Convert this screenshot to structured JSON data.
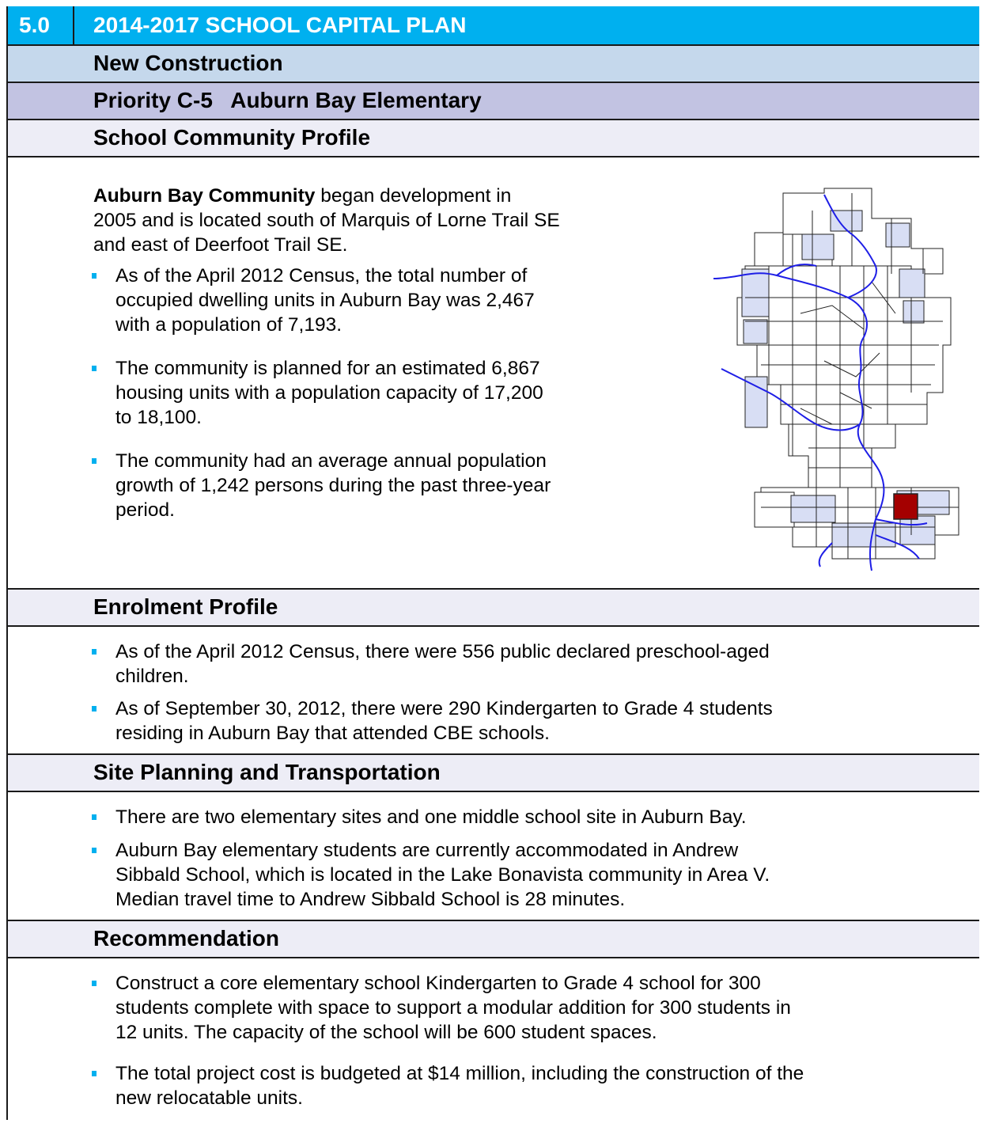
{
  "header": {
    "section_number": "5.0",
    "title": "2014-2017 SCHOOL CAPITAL PLAN"
  },
  "category": "New Construction",
  "priority": "Priority C-5   Auburn Bay Elementary",
  "community_profile": {
    "heading": "School Community Profile",
    "intro_bold": "Auburn Bay Community",
    "intro_line1_rest": " began development in",
    "intro_line2": "2005 and is located south of Marquis of Lorne Trail SE",
    "intro_line3": "and east of Deerfoot Trail SE.",
    "bullets": [
      [
        "As of the April 2012 Census, the total number of",
        "occupied dwelling units in Auburn Bay was 2,467",
        "with a population of 7,193."
      ],
      [
        "The community is planned for an estimated 6,867",
        "housing units with a population capacity of 17,200",
        "to 18,100."
      ],
      [
        "The community had an average annual population",
        "growth of 1,242 persons during the past three-year",
        "period."
      ]
    ]
  },
  "enrolment": {
    "heading": "Enrolment Profile",
    "bullets": [
      [
        "As of the April 2012 Census, there were 556 public declared preschool-aged",
        "children."
      ],
      [
        "As of September 30, 2012, there were 290 Kindergarten to Grade 4 students",
        "residing in Auburn Bay that attended CBE schools."
      ]
    ]
  },
  "site_planning": {
    "heading": "Site Planning and Transportation",
    "bullets": [
      [
        "There are two elementary sites and one middle school site in Auburn Bay."
      ],
      [
        "Auburn Bay elementary students are currently accommodated in Andrew",
        "Sibbald School, which is located in the Lake Bonavista community in Area V.",
        "Median travel time to Andrew Sibbald School is 28 minutes."
      ]
    ]
  },
  "recommendation": {
    "heading": "Recommendation",
    "bullets": [
      [
        "Construct a core elementary school Kindergarten to Grade 4 school for 300",
        "students complete with space to support a modular addition for 300 students in",
        "12 units.  The capacity of the school will be 600 student spaces."
      ],
      [
        "The total project cost is budgeted at $14 million, including the construction of the",
        "new relocatable units."
      ]
    ]
  },
  "colors": {
    "header_blue": "#00b0ef",
    "category_band": "#c5d8ec",
    "priority_band": "#c2c3e2",
    "subheading_band": "#ededf6",
    "map_fill_light": "#d8def4",
    "map_highlight": "#a40000",
    "river": "#1e1ee6"
  },
  "icons": {
    "bullet": "square-bullet-icon"
  }
}
